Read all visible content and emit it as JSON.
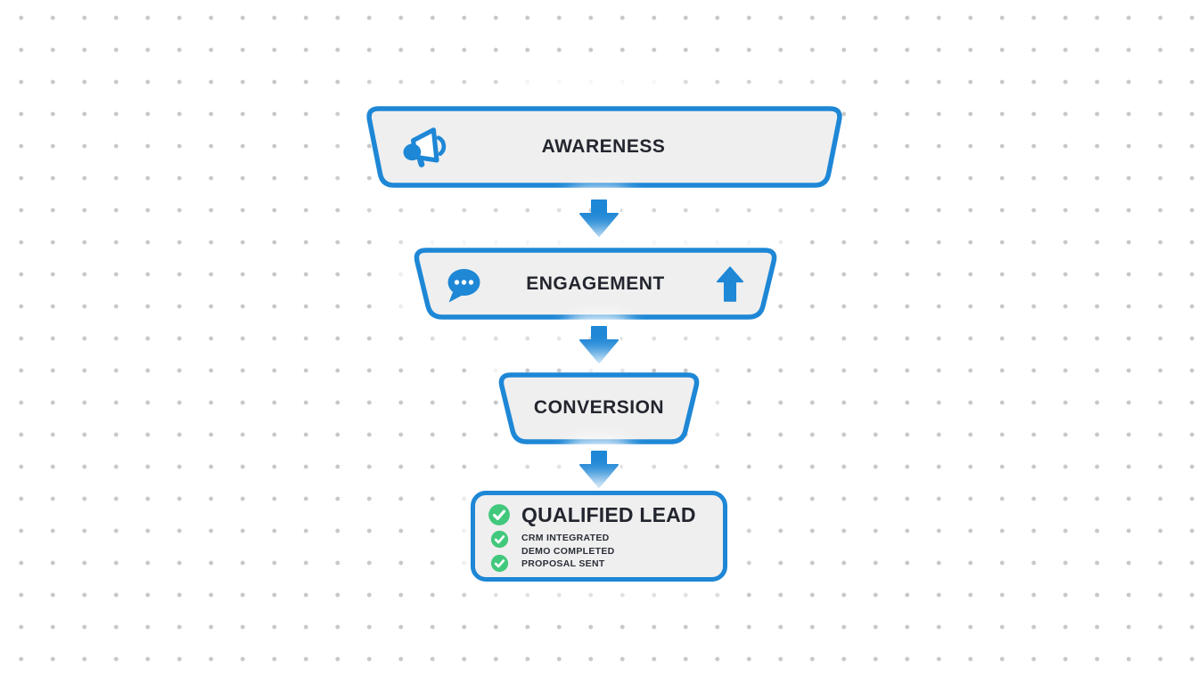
{
  "colors": {
    "accent_blue": "#1e87d6",
    "shape_fill": "#efefef",
    "text_dark": "#23262e",
    "check_green": "#42c87d",
    "canvas_dot": "#c8c8c8",
    "canvas_background": "#ffffff"
  },
  "diagram": {
    "type": "marketing-funnel",
    "stages": [
      {
        "id": "awareness",
        "label": "AWARENESS",
        "leading_icon": "megaphone-icon"
      },
      {
        "id": "engagement",
        "label": "ENGAGEMENT",
        "leading_icon": "chat-bubble-icon",
        "trailing_icon": "up-arrow-icon"
      },
      {
        "id": "conversion",
        "label": "CONVERSION"
      },
      {
        "id": "qualified-lead",
        "label": "QUALIFIED LEAD",
        "title_icon": "check-circle-icon",
        "checklist": [
          {
            "label": "CRM INTEGRATED",
            "checked": true,
            "icon": "check-circle-icon"
          },
          {
            "label": "DEMO COMPLETED",
            "checked": false,
            "icon": null
          },
          {
            "label": "PROPOSAL SENT",
            "checked": true,
            "icon": "check-circle-icon"
          }
        ]
      }
    ],
    "connectors": [
      {
        "from": "awareness",
        "to": "engagement",
        "icon": "down-arrow-icon"
      },
      {
        "from": "engagement",
        "to": "conversion",
        "icon": "down-arrow-icon"
      },
      {
        "from": "conversion",
        "to": "qualified-lead",
        "icon": "down-arrow-icon"
      }
    ]
  }
}
